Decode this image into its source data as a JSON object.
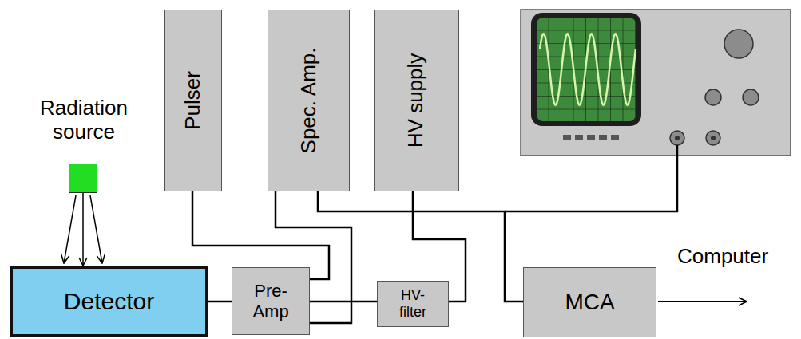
{
  "diagram": {
    "nodes": [
      {
        "text": [
          "Radiation source"
        ]
      },
      {
        "text": [
          "Detector"
        ]
      },
      {
        "text": [
          "Pulser"
        ]
      },
      {
        "text": [
          "Spec. Amp."
        ]
      },
      {
        "text": [
          "HV supply"
        ]
      },
      {
        "text": [
          "Pre- Amp"
        ]
      },
      {
        "text": [
          "HV- filter"
        ]
      },
      {
        "text": [
          "MCA"
        ]
      }
    ],
    "edges": [
      {
        "from": 0,
        "to": 1,
        "arrow": "to"
      },
      {
        "from": 1,
        "to": 5,
        "arrow": "none"
      },
      {
        "from": 2,
        "to": 5,
        "arrow": "none"
      },
      {
        "from": 3,
        "to": 5,
        "arrow": "none"
      },
      {
        "from": 5,
        "to": 6,
        "arrow": "none"
      },
      {
        "from": 4,
        "to": 6,
        "arrow": "none"
      },
      {
        "from": 3,
        "to": 7,
        "arrow": "none"
      }
    ],
    "labels": [
      "Computer"
    ]
  }
}
